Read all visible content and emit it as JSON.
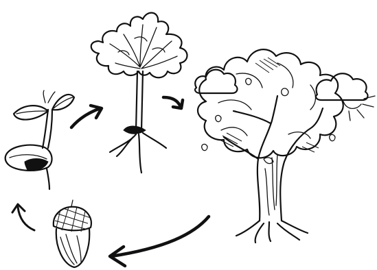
{
  "diagram": {
    "stages": [
      {
        "id": "acorn",
        "icon": "acorn-icon"
      },
      {
        "id": "germinating-seed",
        "icon": "sprouting-acorn-icon"
      },
      {
        "id": "sapling",
        "icon": "sapling-icon"
      },
      {
        "id": "mature-oak",
        "icon": "oak-tree-icon"
      }
    ],
    "arrows": [
      {
        "from": "acorn",
        "to": "germinating-seed"
      },
      {
        "from": "germinating-seed",
        "to": "sapling"
      },
      {
        "from": "sapling",
        "to": "mature-oak"
      },
      {
        "from": "mature-oak",
        "to": "acorn"
      }
    ],
    "decorations": [
      "cloud-icon",
      "cloud-icon",
      "sun-icon"
    ],
    "ink_color": "#111111",
    "background_color": "#ffffff"
  }
}
